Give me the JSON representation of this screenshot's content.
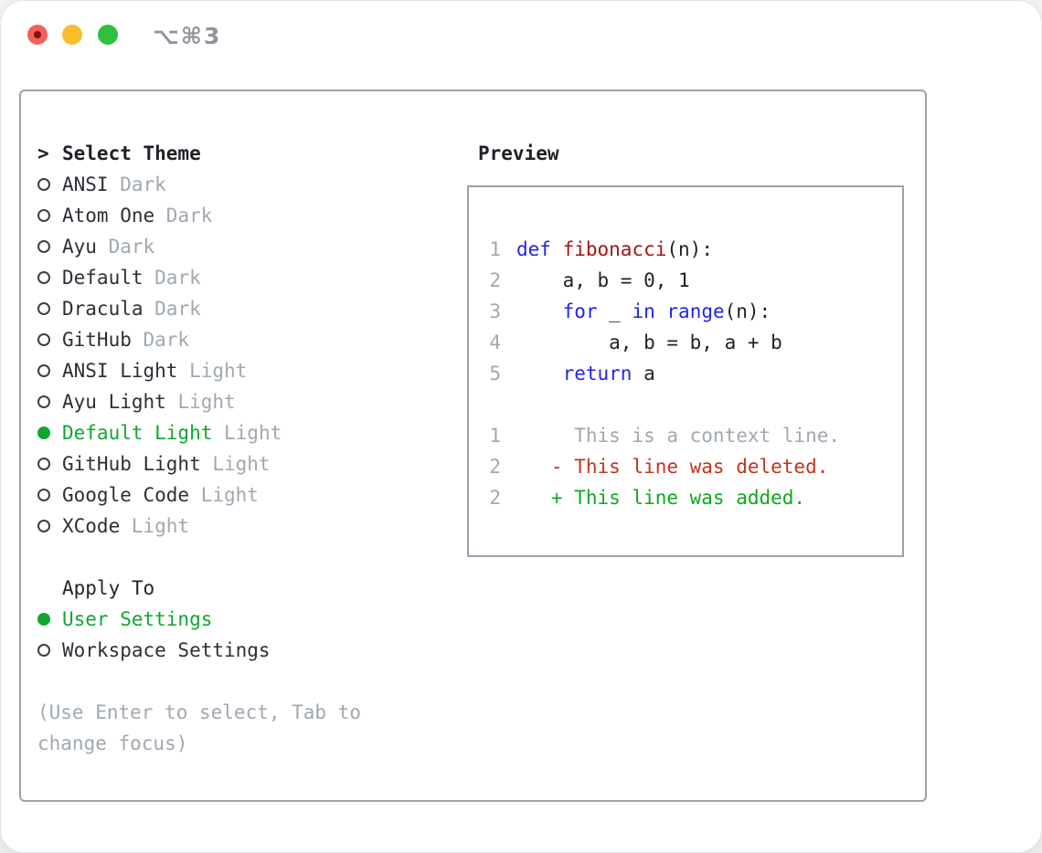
{
  "titlebar": {
    "title": "⌥⌘3"
  },
  "theme_list": {
    "header_prefix": ">",
    "header": "Select Theme",
    "items": [
      {
        "name": "ANSI",
        "variant": "Dark",
        "selected": false
      },
      {
        "name": "Atom One",
        "variant": "Dark",
        "selected": false
      },
      {
        "name": "Ayu",
        "variant": "Dark",
        "selected": false
      },
      {
        "name": "Default",
        "variant": "Dark",
        "selected": false
      },
      {
        "name": "Dracula",
        "variant": "Dark",
        "selected": false
      },
      {
        "name": "GitHub",
        "variant": "Dark",
        "selected": false
      },
      {
        "name": "ANSI Light",
        "variant": "Light",
        "selected": false
      },
      {
        "name": "Ayu Light",
        "variant": "Light",
        "selected": false
      },
      {
        "name": "Default Light",
        "variant": "Light",
        "selected": true
      },
      {
        "name": "GitHub Light",
        "variant": "Light",
        "selected": false
      },
      {
        "name": "Google Code",
        "variant": "Light",
        "selected": false
      },
      {
        "name": "XCode",
        "variant": "Light",
        "selected": false
      }
    ]
  },
  "apply_to": {
    "header": "Apply To",
    "items": [
      {
        "name": "User Settings",
        "selected": true
      },
      {
        "name": "Workspace Settings",
        "selected": false
      }
    ]
  },
  "hint": "(Use Enter to select, Tab to change focus)",
  "preview": {
    "header": "Preview",
    "code_lines": [
      {
        "num": "1",
        "segments": [
          {
            "t": "def",
            "c": "keyword"
          },
          {
            "t": " ",
            "c": "plain"
          },
          {
            "t": "fibonacci",
            "c": "function"
          },
          {
            "t": "(n):",
            "c": "plain"
          }
        ]
      },
      {
        "num": "2",
        "segments": [
          {
            "t": "    a, b = 0, 1",
            "c": "plain"
          }
        ]
      },
      {
        "num": "3",
        "segments": [
          {
            "t": "    ",
            "c": "plain"
          },
          {
            "t": "for",
            "c": "keyword"
          },
          {
            "t": " _ ",
            "c": "plain"
          },
          {
            "t": "in",
            "c": "keyword"
          },
          {
            "t": " ",
            "c": "plain"
          },
          {
            "t": "range",
            "c": "keyword"
          },
          {
            "t": "(n):",
            "c": "plain"
          }
        ]
      },
      {
        "num": "4",
        "segments": [
          {
            "t": "        a, b = b, a + b",
            "c": "plain"
          }
        ]
      },
      {
        "num": "5",
        "segments": [
          {
            "t": "    ",
            "c": "plain"
          },
          {
            "t": "return",
            "c": "keyword"
          },
          {
            "t": " a",
            "c": "plain"
          }
        ]
      },
      {
        "num": "",
        "segments": []
      },
      {
        "num": "1",
        "segments": [
          {
            "t": "     This is a context line.",
            "c": "context"
          }
        ]
      },
      {
        "num": "2",
        "segments": [
          {
            "t": "   - This line was deleted.",
            "c": "deleted"
          }
        ]
      },
      {
        "num": "2",
        "segments": [
          {
            "t": "   + This line was added.",
            "c": "added"
          }
        ]
      }
    ]
  },
  "colors": {
    "accent_green": "#10a72f",
    "keyword_blue": "#2323e8",
    "function_red": "#a31515",
    "diff_red": "#c3331d",
    "diff_green": "#0fa81f",
    "muted_gray": "#a0a8b1",
    "border_gray": "#99a2ac",
    "traffic_red": "#f4615a",
    "traffic_yellow": "#f9bd2e",
    "traffic_green": "#2fc03f"
  }
}
